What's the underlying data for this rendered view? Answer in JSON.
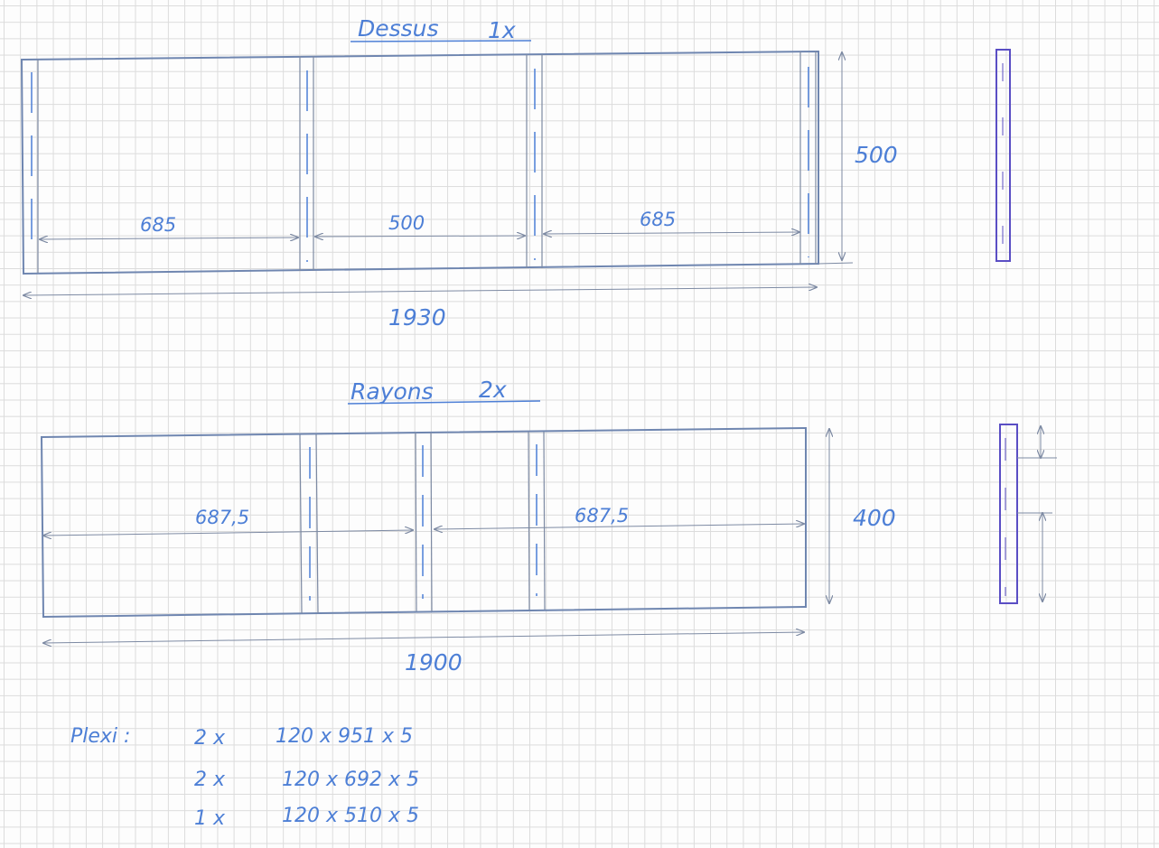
{
  "colors": {
    "ink": "#4d7fd6",
    "pencil": "#7d8aa3",
    "side": "#5a4ec4",
    "grid": "#dcdcdc"
  },
  "top_panel": {
    "title": "Dessus",
    "quantity": "1x",
    "dims": {
      "left": "685",
      "middle": "500",
      "right": "685",
      "height": "500",
      "width": "1930"
    }
  },
  "shelves": {
    "title": "Rayons",
    "quantity": "2x",
    "dims": {
      "left": "687,5",
      "right": "687,5",
      "height": "400",
      "width": "1900"
    }
  },
  "plexi": {
    "label": "Plexi :",
    "rows": [
      {
        "qty": "2 x",
        "size": "120 x 951 x 5"
      },
      {
        "qty": "2 x",
        "size": "120 x 692 x 5"
      },
      {
        "qty": "1 x",
        "size": "120 x 510 x 5"
      }
    ]
  }
}
